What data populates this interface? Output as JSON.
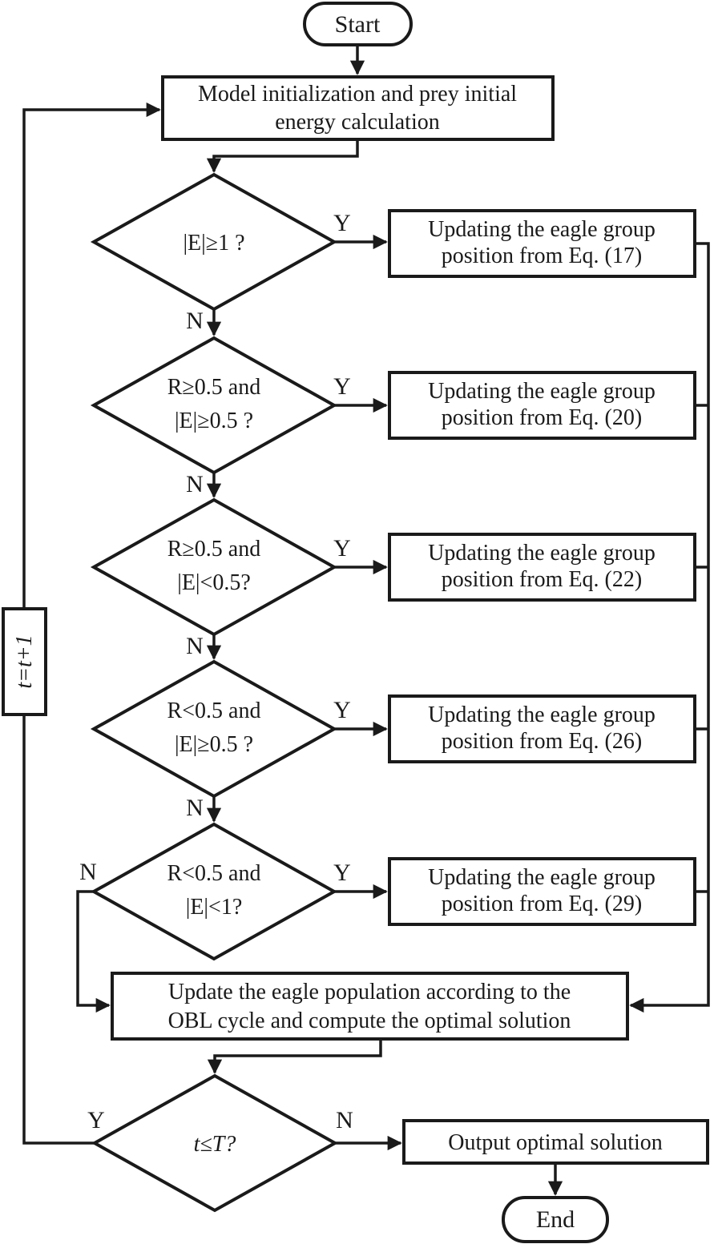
{
  "labels": {
    "yes": "Y",
    "no": "N"
  },
  "nodes": {
    "start": "Start",
    "init": {
      "line1": "Model initialization and prey initial",
      "line2": "energy calculation"
    },
    "loop_counter": "t=t+1",
    "obl": {
      "line1": "Update the eagle population according to the",
      "line2": "OBL cycle and compute the optimal solution"
    },
    "final_decision": "t≤T?",
    "output": "Output optimal solution",
    "end": "End"
  },
  "decisions": [
    {
      "line1": "|E|≥1 ?",
      "line2": ""
    },
    {
      "line1": "R≥0.5 and",
      "line2": "|E|≥0.5 ?"
    },
    {
      "line1": "R≥0.5 and",
      "line2": "|E|<0.5?"
    },
    {
      "line1": "R<0.5 and",
      "line2": "|E|≥0.5 ?"
    },
    {
      "line1": "R<0.5 and",
      "line2": "|E|<1?"
    }
  ],
  "updates": [
    {
      "line1": "Updating the eagle group",
      "line2": "position from Eq. (17)"
    },
    {
      "line1": "Updating the eagle group",
      "line2": "position from Eq. (20)"
    },
    {
      "line1": "Updating the eagle group",
      "line2": "position from Eq. (22)"
    },
    {
      "line1": "Updating the eagle group",
      "line2": "position from Eq. (26)"
    },
    {
      "line1": "Updating the eagle group",
      "line2": "position from Eq. (29)"
    }
  ]
}
